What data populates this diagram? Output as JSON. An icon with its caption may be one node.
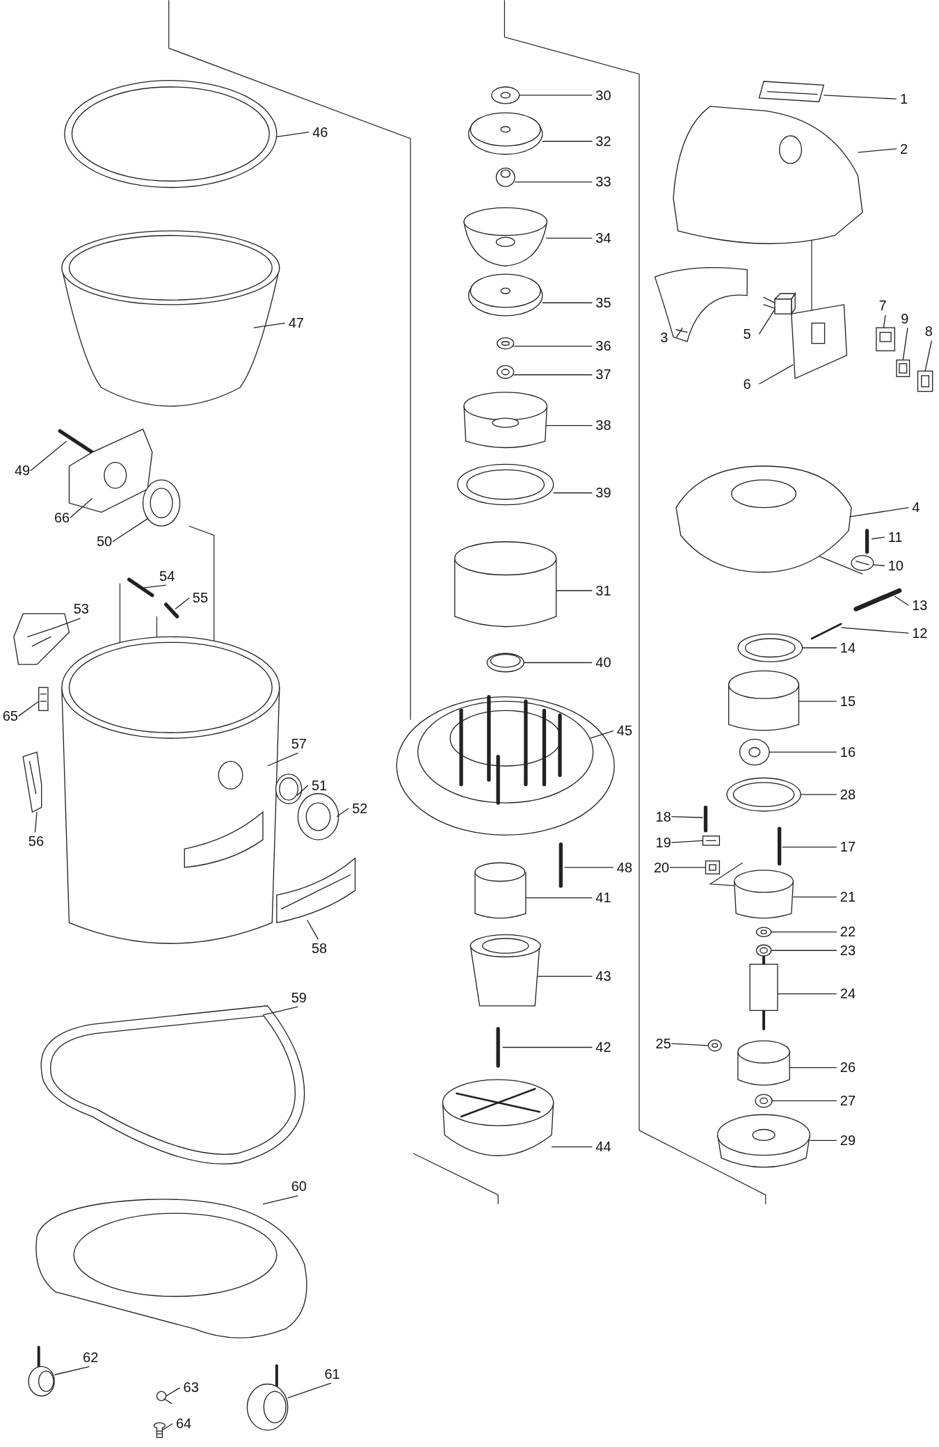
{
  "diagram": {
    "nodes": [
      {
        "text": [
          "46"
        ]
      },
      {
        "text": [
          "47"
        ]
      },
      {
        "text": [
          "49"
        ]
      },
      {
        "text": [
          "66"
        ]
      },
      {
        "text": [
          "50"
        ]
      },
      {
        "text": [
          "54"
        ]
      },
      {
        "text": [
          "55"
        ]
      },
      {
        "text": [
          "53"
        ]
      },
      {
        "text": [
          "65"
        ]
      },
      {
        "text": [
          "57"
        ]
      },
      {
        "text": [
          "51"
        ]
      },
      {
        "text": [
          "52"
        ]
      },
      {
        "text": [
          "56"
        ]
      },
      {
        "text": [
          "58"
        ]
      },
      {
        "text": [
          "59"
        ]
      },
      {
        "text": [
          "60"
        ]
      },
      {
        "text": [
          "62"
        ]
      },
      {
        "text": [
          "63"
        ]
      },
      {
        "text": [
          "64"
        ]
      },
      {
        "text": [
          "61"
        ]
      },
      {
        "text": [
          "30"
        ]
      },
      {
        "text": [
          "32"
        ]
      },
      {
        "text": [
          "33"
        ]
      },
      {
        "text": [
          "34"
        ]
      },
      {
        "text": [
          "35"
        ]
      },
      {
        "text": [
          "36"
        ]
      },
      {
        "text": [
          "37"
        ]
      },
      {
        "text": [
          "38"
        ]
      },
      {
        "text": [
          "39"
        ]
      },
      {
        "text": [
          "31"
        ]
      },
      {
        "text": [
          "40"
        ]
      },
      {
        "text": [
          "45"
        ]
      },
      {
        "text": [
          "48"
        ]
      },
      {
        "text": [
          "41"
        ]
      },
      {
        "text": [
          "43"
        ]
      },
      {
        "text": [
          "42"
        ]
      },
      {
        "text": [
          "44"
        ]
      },
      {
        "text": [
          "1"
        ]
      },
      {
        "text": [
          "2"
        ]
      },
      {
        "text": [
          "3"
        ]
      },
      {
        "text": [
          "5"
        ]
      },
      {
        "text": [
          "7"
        ]
      },
      {
        "text": [
          "9"
        ]
      },
      {
        "text": [
          "8"
        ]
      },
      {
        "text": [
          "6"
        ]
      },
      {
        "text": [
          "4"
        ]
      },
      {
        "text": [
          "11"
        ]
      },
      {
        "text": [
          "10"
        ]
      },
      {
        "text": [
          "13"
        ]
      },
      {
        "text": [
          "12"
        ]
      },
      {
        "text": [
          "14"
        ]
      },
      {
        "text": [
          "15"
        ]
      },
      {
        "text": [
          "16"
        ]
      },
      {
        "text": [
          "28"
        ]
      },
      {
        "text": [
          "18"
        ]
      },
      {
        "text": [
          "19"
        ]
      },
      {
        "text": [
          "20"
        ]
      },
      {
        "text": [
          "17"
        ]
      },
      {
        "text": [
          "21"
        ]
      },
      {
        "text": [
          "22"
        ]
      },
      {
        "text": [
          "23"
        ]
      },
      {
        "text": [
          "24"
        ]
      },
      {
        "text": [
          "25"
        ]
      },
      {
        "text": [
          "26"
        ]
      },
      {
        "text": [
          "27"
        ]
      },
      {
        "text": [
          "29"
        ]
      },
      {
        "text": [],
        "shape": "picture"
      },
      {
        "text": [],
        "shape": "picture"
      },
      {
        "text": [],
        "shape": "picture"
      },
      {
        "text": [],
        "shape": "picture"
      },
      {
        "text": [],
        "shape": "picture"
      },
      {
        "text": [],
        "shape": "picture"
      },
      {
        "text": [],
        "shape": "picture"
      },
      {
        "text": [],
        "shape": "picture"
      },
      {
        "text": [],
        "shape": "picture"
      },
      {
        "text": [],
        "shape": "picture"
      },
      {
        "text": [],
        "shape": "picture"
      },
      {
        "text": [],
        "shape": "picture"
      },
      {
        "text": [],
        "shape": "picture"
      },
      {
        "text": [],
        "shape": "picture"
      },
      {
        "text": [],
        "shape": "picture"
      },
      {
        "text": [],
        "shape": "picture"
      },
      {
        "text": [],
        "shape": "picture"
      },
      {
        "text": [],
        "shape": "picture"
      },
      {
        "text": [],
        "shape": "picture"
      },
      {
        "text": [],
        "shape": "picture"
      },
      {
        "text": [],
        "shape": "picture"
      },
      {
        "text": [],
        "shape": "picture"
      },
      {
        "text": [],
        "shape": "picture"
      },
      {
        "text": [],
        "shape": "picture"
      },
      {
        "text": [],
        "shape": "picture"
      },
      {
        "text": [],
        "shape": "picture"
      },
      {
        "text": [],
        "shape": "picture"
      },
      {
        "text": [],
        "shape": "picture"
      },
      {
        "text": [],
        "shape": "picture"
      },
      {
        "text": [],
        "shape": "picture"
      },
      {
        "text": [],
        "shape": "picture"
      },
      {
        "text": [],
        "shape": "picture"
      },
      {
        "text": [],
        "shape": "picture"
      },
      {
        "text": [],
        "shape": "picture"
      },
      {
        "text": [],
        "shape": "picture"
      },
      {
        "text": [],
        "shape": "picture"
      },
      {
        "text": [],
        "shape": "picture"
      },
      {
        "text": [],
        "shape": "picture"
      },
      {
        "text": [],
        "shape": "picture"
      },
      {
        "text": [],
        "shape": "picture"
      },
      {
        "text": [],
        "shape": "picture"
      },
      {
        "text": [],
        "shape": "picture"
      },
      {
        "text": [],
        "shape": "picture"
      },
      {
        "text": [],
        "shape": "picture"
      },
      {
        "text": [],
        "shape": "picture"
      },
      {
        "text": [],
        "shape": "picture"
      },
      {
        "text": [],
        "shape": "picture"
      },
      {
        "text": [],
        "shape": "picture"
      },
      {
        "text": [],
        "shape": "picture"
      },
      {
        "text": [],
        "shape": "picture"
      },
      {
        "text": [],
        "shape": "picture"
      },
      {
        "text": [],
        "shape": "picture"
      },
      {
        "text": [],
        "shape": "picture"
      },
      {
        "text": [],
        "shape": "picture"
      },
      {
        "text": [],
        "shape": "picture"
      },
      {
        "text": [],
        "shape": "picture"
      },
      {
        "text": [],
        "shape": "picture"
      },
      {
        "text": [],
        "shape": "picture"
      },
      {
        "text": [],
        "shape": "picture"
      },
      {
        "text": [],
        "shape": "picture"
      },
      {
        "text": [],
        "shape": "picture"
      },
      {
        "text": [],
        "shape": "picture"
      },
      {
        "text": [],
        "shape": "picture"
      },
      {
        "text": [],
        "shape": "picture"
      },
      {
        "text": [],
        "shape": "picture"
      },
      {
        "text": [],
        "shape": "picture"
      }
    ],
    "edges": [
      {
        "from": 0,
        "to": 66,
        "arrow": "none"
      },
      {
        "from": 1,
        "to": 67,
        "arrow": "none"
      },
      {
        "from": 2,
        "to": 68,
        "arrow": "none"
      },
      {
        "from": 3,
        "to": 69,
        "arrow": "none"
      },
      {
        "from": 4,
        "to": 70,
        "arrow": "none"
      },
      {
        "from": 5,
        "to": 71,
        "arrow": "none"
      },
      {
        "from": 6,
        "to": 72,
        "arrow": "none"
      },
      {
        "from": 7,
        "to": 73,
        "arrow": "none"
      },
      {
        "from": 8,
        "to": 74,
        "arrow": "none"
      },
      {
        "from": 9,
        "to": 75,
        "arrow": "none"
      },
      {
        "from": 10,
        "to": 76,
        "arrow": "none"
      },
      {
        "from": 11,
        "to": 77,
        "arrow": "none"
      },
      {
        "from": 12,
        "to": 78,
        "arrow": "none"
      },
      {
        "from": 13,
        "to": 79,
        "arrow": "none"
      },
      {
        "from": 14,
        "to": 80,
        "arrow": "none"
      },
      {
        "from": 15,
        "to": 81,
        "arrow": "none"
      },
      {
        "from": 16,
        "to": 82,
        "arrow": "none"
      },
      {
        "from": 17,
        "to": 83,
        "arrow": "none"
      },
      {
        "from": 18,
        "to": 84,
        "arrow": "none"
      },
      {
        "from": 19,
        "to": 85,
        "arrow": "none"
      },
      {
        "from": 20,
        "to": 86,
        "arrow": "none"
      },
      {
        "from": 21,
        "to": 87,
        "arrow": "none"
      },
      {
        "from": 22,
        "to": 88,
        "arrow": "none"
      },
      {
        "from": 23,
        "to": 89,
        "arrow": "none"
      },
      {
        "from": 24,
        "to": 90,
        "arrow": "none"
      },
      {
        "from": 25,
        "to": 91,
        "arrow": "none"
      },
      {
        "from": 26,
        "to": 92,
        "arrow": "none"
      },
      {
        "from": 27,
        "to": 93,
        "arrow": "none"
      },
      {
        "from": 28,
        "to": 94,
        "arrow": "none"
      },
      {
        "from": 29,
        "to": 95,
        "arrow": "none"
      },
      {
        "from": 30,
        "to": 96,
        "arrow": "none"
      },
      {
        "from": 31,
        "to": 97,
        "arrow": "none"
      },
      {
        "from": 32,
        "to": 98,
        "arrow": "none"
      },
      {
        "from": 33,
        "to": 99,
        "arrow": "none"
      },
      {
        "from": 34,
        "to": 100,
        "arrow": "none"
      },
      {
        "from": 35,
        "to": 101,
        "arrow": "none"
      },
      {
        "from": 36,
        "to": 102,
        "arrow": "none"
      },
      {
        "from": 37,
        "to": 103,
        "arrow": "none"
      },
      {
        "from": 38,
        "to": 104,
        "arrow": "none"
      },
      {
        "from": 39,
        "to": 105,
        "arrow": "none"
      },
      {
        "from": 40,
        "to": 106,
        "arrow": "none"
      },
      {
        "from": 41,
        "to": 107,
        "arrow": "none"
      },
      {
        "from": 42,
        "to": 108,
        "arrow": "none"
      },
      {
        "from": 43,
        "to": 109,
        "arrow": "none"
      },
      {
        "from": 44,
        "to": 110,
        "arrow": "none"
      },
      {
        "from": 45,
        "to": 111,
        "arrow": "none"
      },
      {
        "from": 46,
        "to": 112,
        "arrow": "none"
      },
      {
        "from": 47,
        "to": 113,
        "arrow": "none"
      },
      {
        "from": 48,
        "to": 114,
        "arrow": "none"
      },
      {
        "from": 49,
        "to": 115,
        "arrow": "none"
      },
      {
        "from": 50,
        "to": 116,
        "arrow": "none"
      },
      {
        "from": 51,
        "to": 117,
        "arrow": "none"
      },
      {
        "from": 52,
        "to": 118,
        "arrow": "none"
      },
      {
        "from": 53,
        "to": 119,
        "arrow": "none"
      },
      {
        "from": 54,
        "to": 120,
        "arrow": "none"
      },
      {
        "from": 55,
        "to": 121,
        "arrow": "none"
      },
      {
        "from": 56,
        "to": 122,
        "arrow": "none"
      },
      {
        "from": 57,
        "to": 123,
        "arrow": "none"
      },
      {
        "from": 58,
        "to": 124,
        "arrow": "none"
      },
      {
        "from": 59,
        "to": 125,
        "arrow": "none"
      },
      {
        "from": 60,
        "to": 126,
        "arrow": "none"
      },
      {
        "from": 61,
        "to": 127,
        "arrow": "none"
      },
      {
        "from": 62,
        "to": 128,
        "arrow": "none"
      },
      {
        "from": 63,
        "to": 129,
        "arrow": "none"
      },
      {
        "from": 64,
        "to": 130,
        "arrow": "none"
      },
      {
        "from": 65,
        "to": 131,
        "arrow": "none"
      }
    ]
  }
}
